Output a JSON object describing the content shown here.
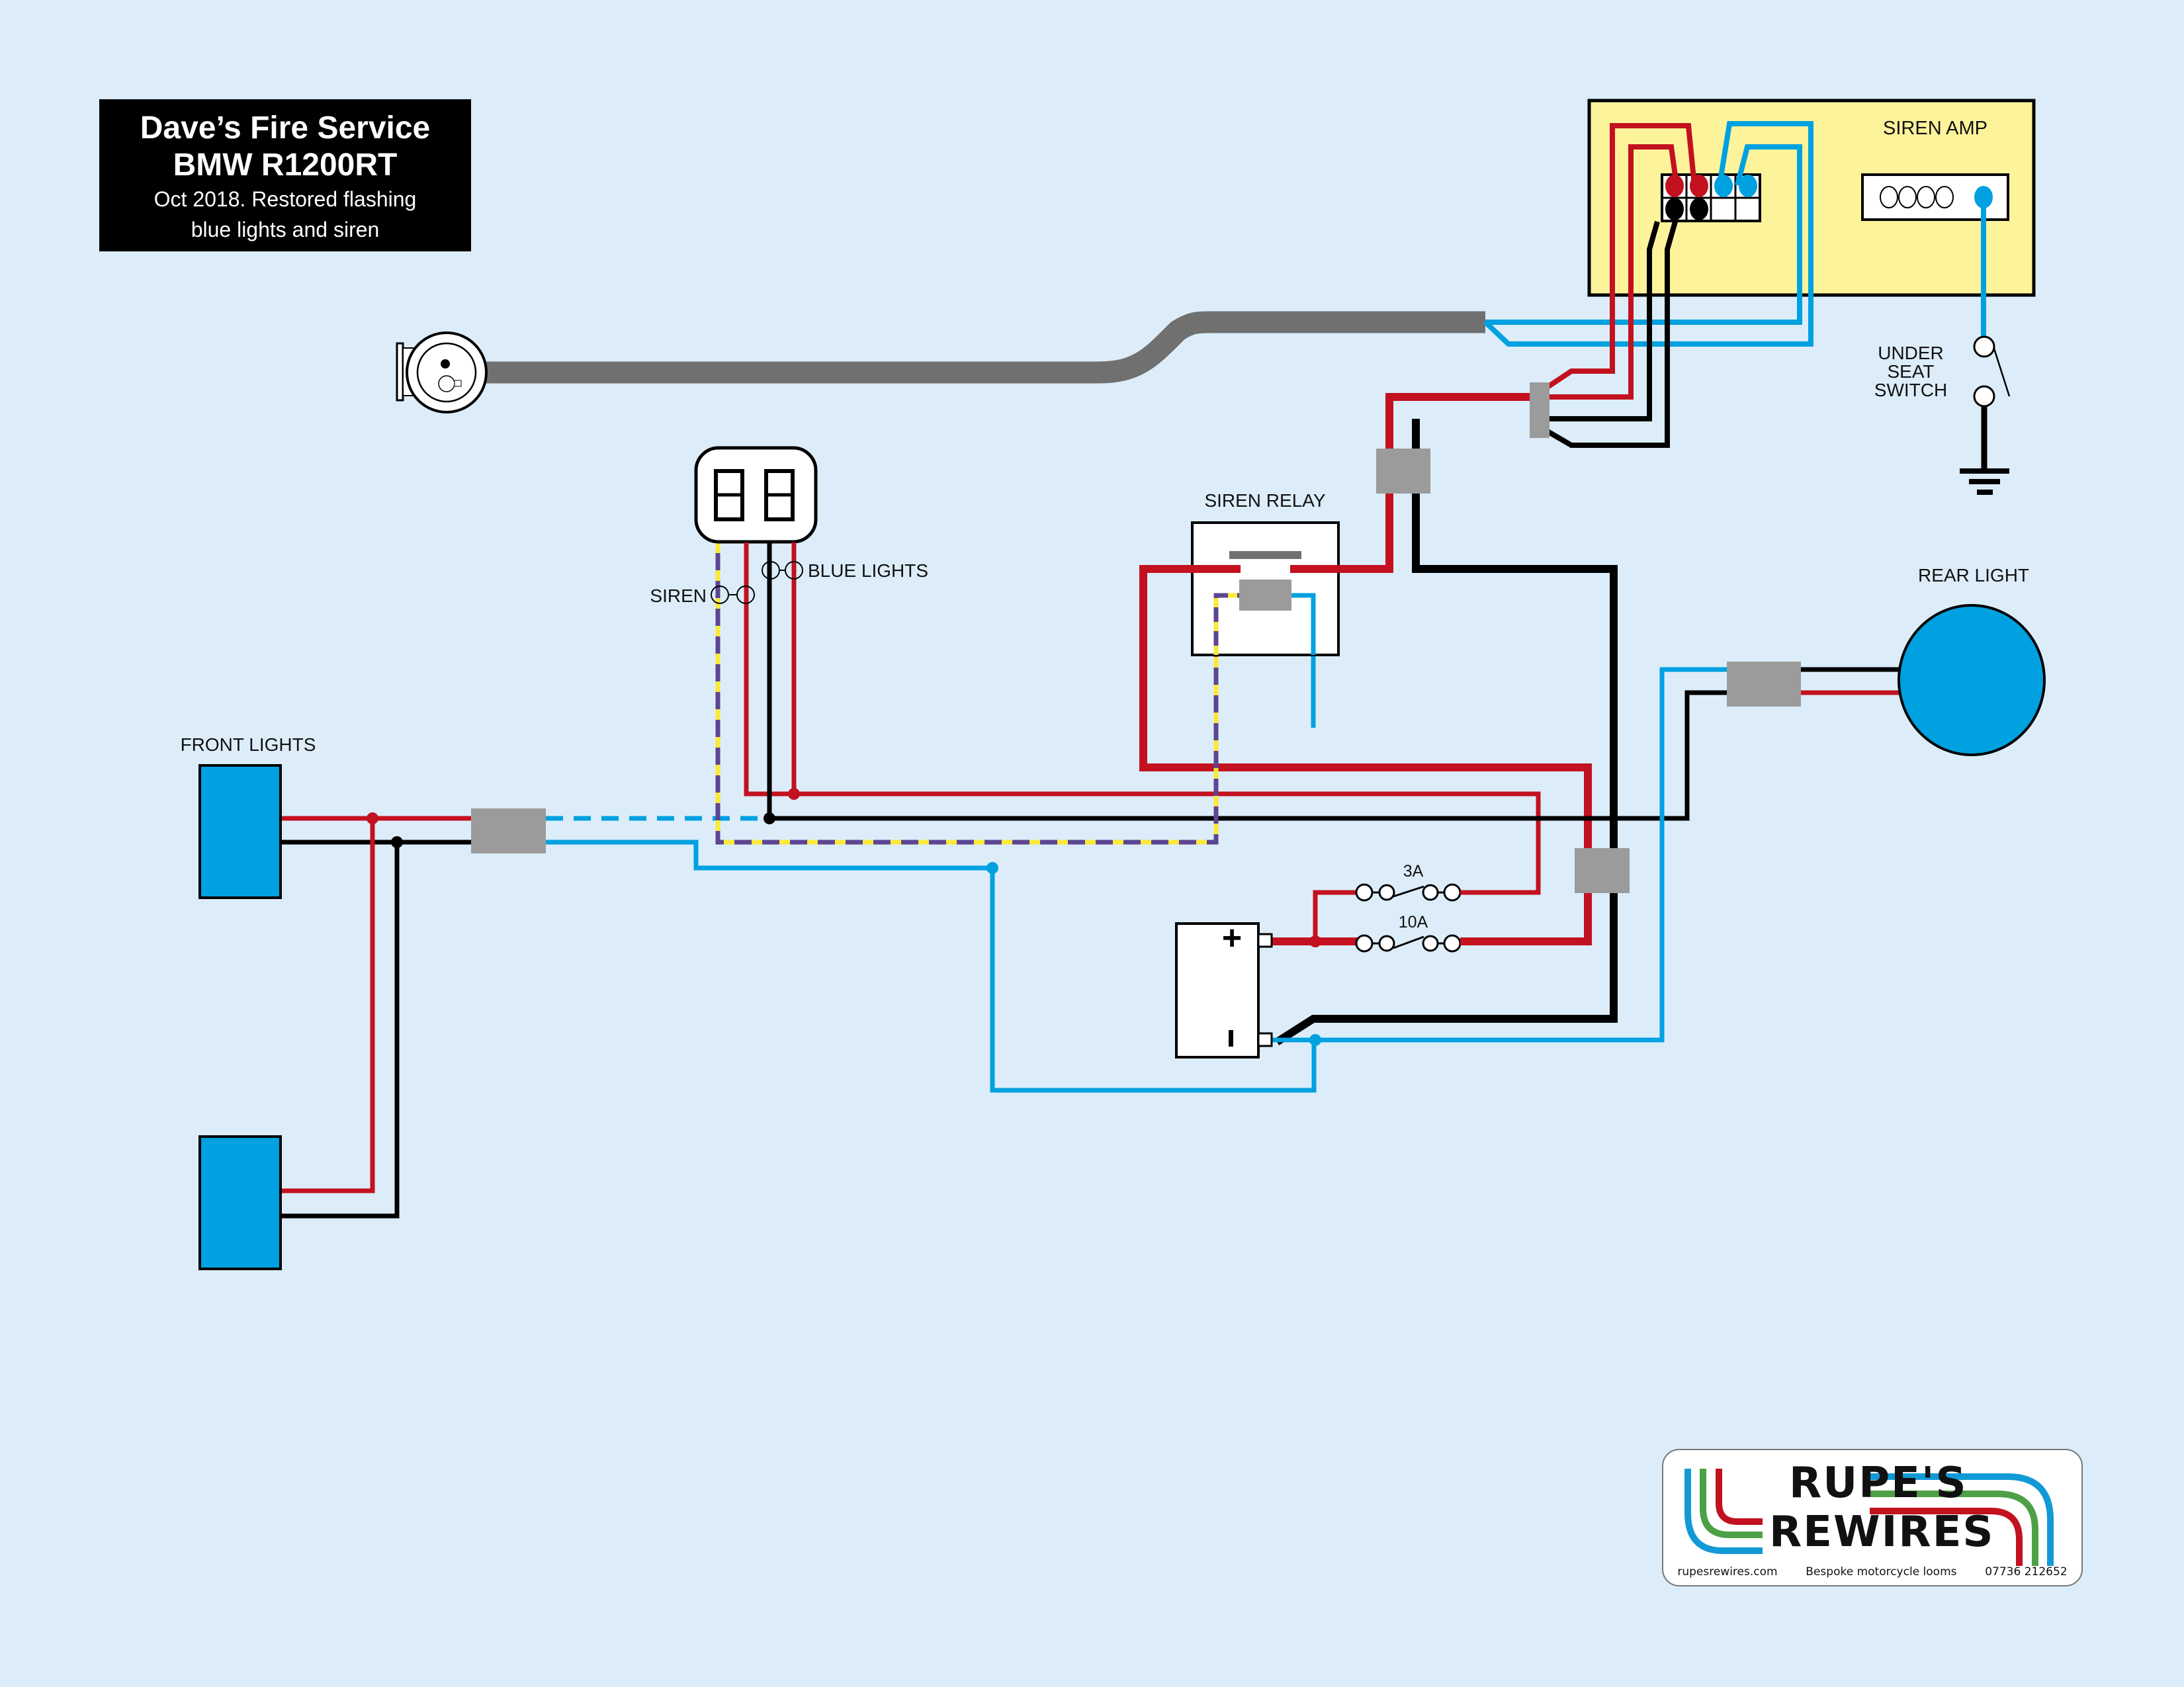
{
  "title": {
    "line1": "Dave’s Fire Service",
    "line2": "BMW R1200RT",
    "line3": "Oct 2018. Restored flashing",
    "line4": "blue lights and siren"
  },
  "components": {
    "siren_amp": "SIREN AMP",
    "under_seat_switch": [
      "UNDER",
      "SEAT",
      "SWITCH"
    ],
    "siren_relay": "SIREN RELAY",
    "switch_siren": "SIREN",
    "switch_blue_lights": "BLUE LIGHTS",
    "rear_light": "REAR LIGHT",
    "front_lights": "FRONT LIGHTS",
    "fuse_small": "3A",
    "fuse_large": "10A",
    "battery_positive": "+",
    "battery_negative": "-"
  },
  "wire_colors": {
    "red": "#c3111f",
    "black": "#000000",
    "blue": "#00a1e0",
    "purple": "#5c4591",
    "yellow": "#fbe93a",
    "grey_cable": "#707070",
    "connector": "#9b9b9b",
    "amp_fill": "#fdf39b",
    "light_fill": "#00a1e0",
    "background": "#dcedf9"
  },
  "logo": {
    "word1": "RUPE'S",
    "word2": "REWIRES",
    "website": "rupesrewires.com",
    "tagline": "Bespoke motorcycle looms",
    "phone": "07736 212652"
  }
}
